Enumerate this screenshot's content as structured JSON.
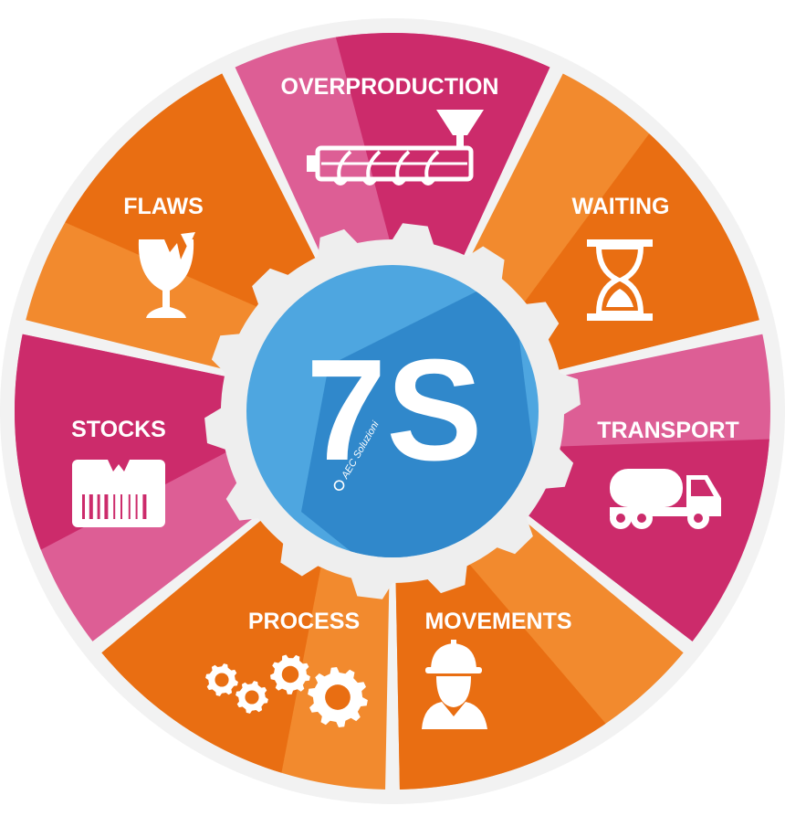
{
  "center": {
    "title": "7S",
    "watermark": "AEC Soluzioni"
  },
  "colors": {
    "orange": "#f28a2e",
    "orange_dark": "#e96e12",
    "pink": "#dd5e95",
    "pink_dark": "#cc2b6b",
    "blue": "#4ea6e0",
    "blue_dark": "#2e86c9",
    "gear": "#eeeeee",
    "gap": "#f2f2f2"
  },
  "segments": [
    {
      "label": "OVERPRODUCTION",
      "icon": "extruder-icon"
    },
    {
      "label": "WAITING",
      "icon": "hourglass-icon"
    },
    {
      "label": "TRANSPORT",
      "icon": "tanker-truck-icon"
    },
    {
      "label": "MOVEMENTS",
      "icon": "worker-hardhat-icon"
    },
    {
      "label": "PROCESS",
      "icon": "gears-icon"
    },
    {
      "label": "STOCKS",
      "icon": "barcode-box-icon"
    },
    {
      "label": "FLAWS",
      "icon": "broken-glass-icon"
    }
  ]
}
